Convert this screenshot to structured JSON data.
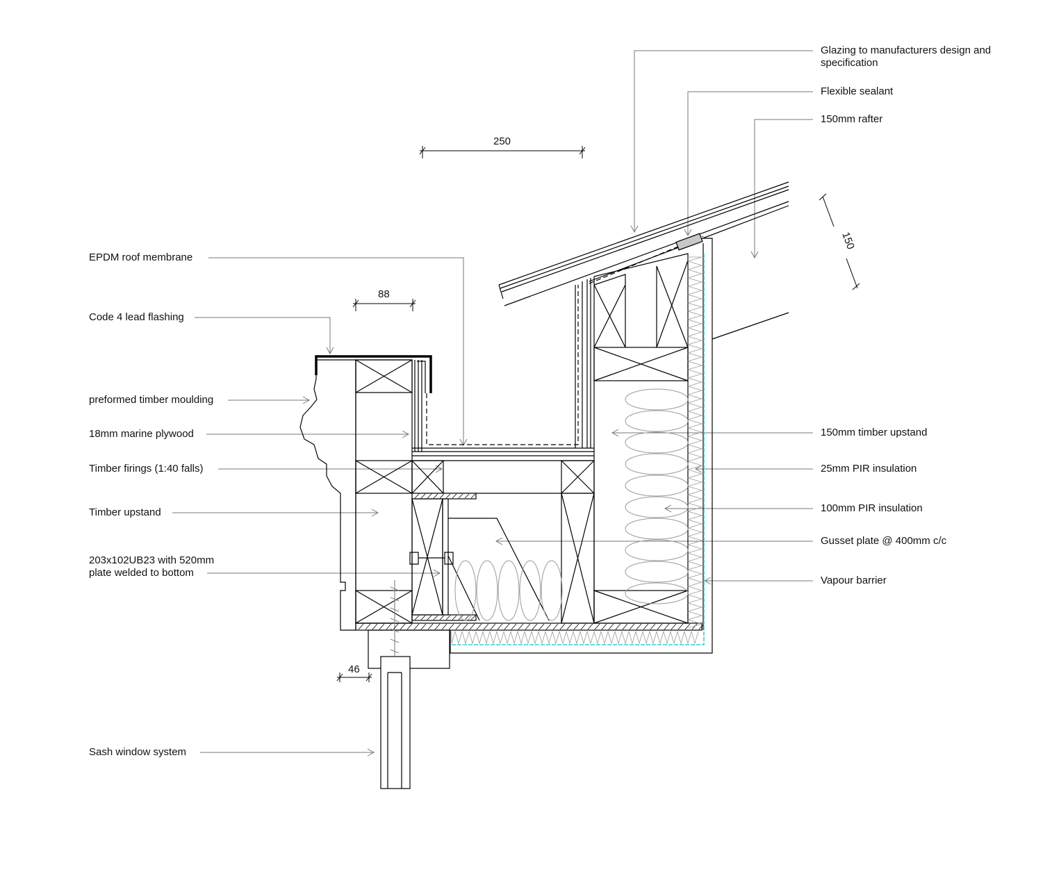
{
  "title": "Roof lantern / parapet upstand section detail",
  "left_labels": [
    {
      "id": "epdm",
      "text": "EPDM roof membrane"
    },
    {
      "id": "lead",
      "text": "Code 4 lead flashing"
    },
    {
      "id": "moulding",
      "text": "preformed timber moulding"
    },
    {
      "id": "plywood",
      "text": "18mm marine plywood"
    },
    {
      "id": "firings",
      "text": "Timber firings (1:40 falls)"
    },
    {
      "id": "upstand",
      "text": "Timber upstand"
    },
    {
      "id": "beam",
      "text": "203x102UB23 with 520mm\nplate welded to bottom"
    },
    {
      "id": "sash",
      "text": "Sash window system"
    }
  ],
  "right_labels": [
    {
      "id": "glazing",
      "text": "Glazing to manufacturers design and\nspecification"
    },
    {
      "id": "sealant",
      "text": "Flexible sealant"
    },
    {
      "id": "rafter",
      "text": "150mm rafter"
    },
    {
      "id": "timber_upstand",
      "text": "150mm timber upstand"
    },
    {
      "id": "pir25",
      "text": "25mm PIR insulation"
    },
    {
      "id": "pir100",
      "text": "100mm PIR insulation"
    },
    {
      "id": "gusset",
      "text": "Gusset plate @ 400mm c/c"
    },
    {
      "id": "vapour",
      "text": "Vapour barrier"
    }
  ],
  "dimensions": {
    "d250": "250",
    "d88": "88",
    "d46": "46",
    "d150": "150"
  },
  "colors": {
    "line": "#000000",
    "leader": "#777777",
    "insulation": "#9a9a9a",
    "vapour": "#2fd0d8",
    "sealant": "#c8c8c8"
  }
}
